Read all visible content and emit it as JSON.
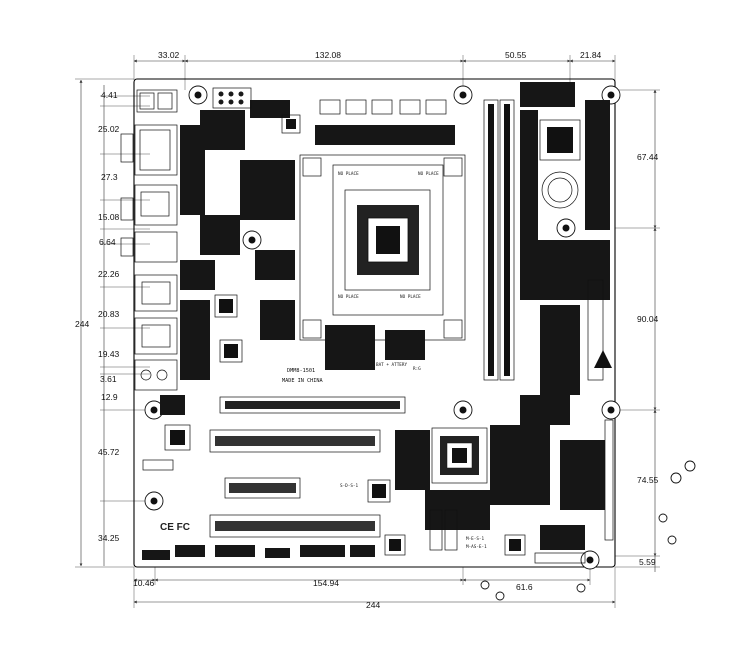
{
  "dimensions": {
    "top": [
      "33.02",
      "132.08",
      "50.55",
      "21.84"
    ],
    "left": [
      "4.41",
      "25.02",
      "27.3",
      "15.08",
      "6.64",
      "22.26",
      "20.83",
      "19.43",
      "3.61",
      "12.9",
      "45.72",
      "34.25"
    ],
    "left_total": "244",
    "right": [
      "67.44",
      "90.04",
      "74.55",
      "5.59"
    ],
    "bottom": [
      "10.46",
      "154.94",
      "61.6"
    ],
    "bottom_total": "244"
  },
  "silkscreen": {
    "no_place_tl": "NO PLACE",
    "no_place_tr": "NO PLACE",
    "no_place_bl": "NO PLACE",
    "no_place_br": "NO PLACE",
    "made_in_china": "MADE IN CHINA",
    "board_code": "DMM8-1501",
    "cert_marks": "CE FC",
    "bat_label": "BAT + ATTERY",
    "mem_label": "M-E-S-1",
    "mem_label2": "M-AS-E-1",
    "sata_label": "S-D-S-1",
    "rev_label": "R:G"
  }
}
